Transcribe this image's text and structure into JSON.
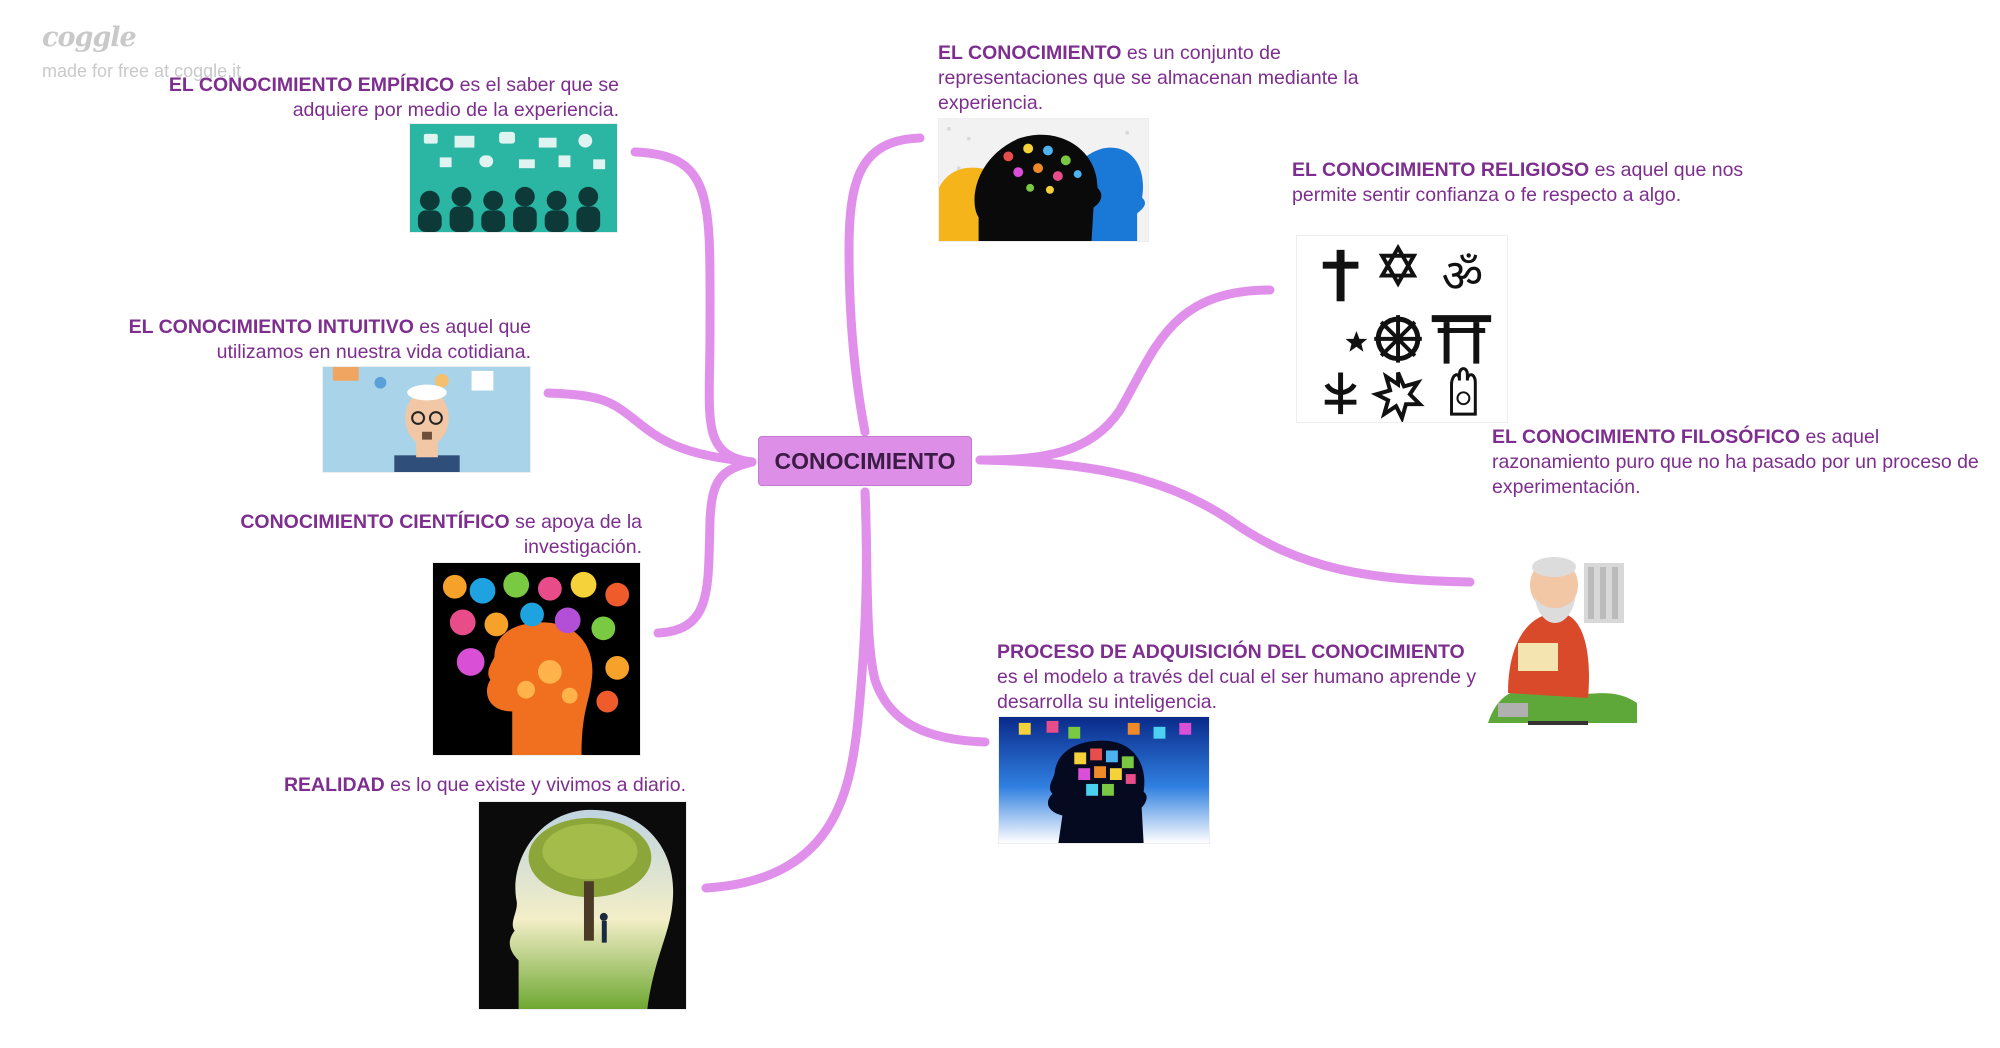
{
  "watermark": {
    "logo": "coggle",
    "tagline": "made for free at coggle.it"
  },
  "central": {
    "label": "CONOCIMIENTO"
  },
  "branch_color": "#e090ea",
  "nodes": {
    "empirico": {
      "title": "EL CONOCIMIENTO EMPÍRICO",
      "text": " es el saber que se adquiere por medio de la experiencia."
    },
    "intuitivo": {
      "title": "EL CONOCIMIENTO INTUITIVO",
      "text": " es aquel que utilizamos en nuestra vida cotidiana."
    },
    "cientifico": {
      "title": "CONOCIMIENTO CIENTÍFICO",
      "text": " se apoya de la investigación."
    },
    "realidad": {
      "title": "REALIDAD",
      "text": " es lo que existe y vivimos a diario."
    },
    "conocimiento": {
      "title": "EL CONOCIMIENTO",
      "text": " es un conjunto de representaciones que se almacenan mediante la experiencia."
    },
    "religioso": {
      "title": "EL CONOCIMIENTO RELIGIOSO",
      "text": " es aquel que nos permite sentir confianza o fe respecto a algo."
    },
    "filosofico": {
      "title": "EL CONOCIMIENTO FILOSÓFICO",
      "text": " es aquel razonamiento puro que no ha pasado por un proceso de experimentación."
    },
    "proceso": {
      "title": "PROCESO DE ADQUISICIÓN DEL CONOCIMIENTO",
      "text": " es el modelo a través del cual el ser humano aprende y desarrolla su inteligencia."
    }
  }
}
